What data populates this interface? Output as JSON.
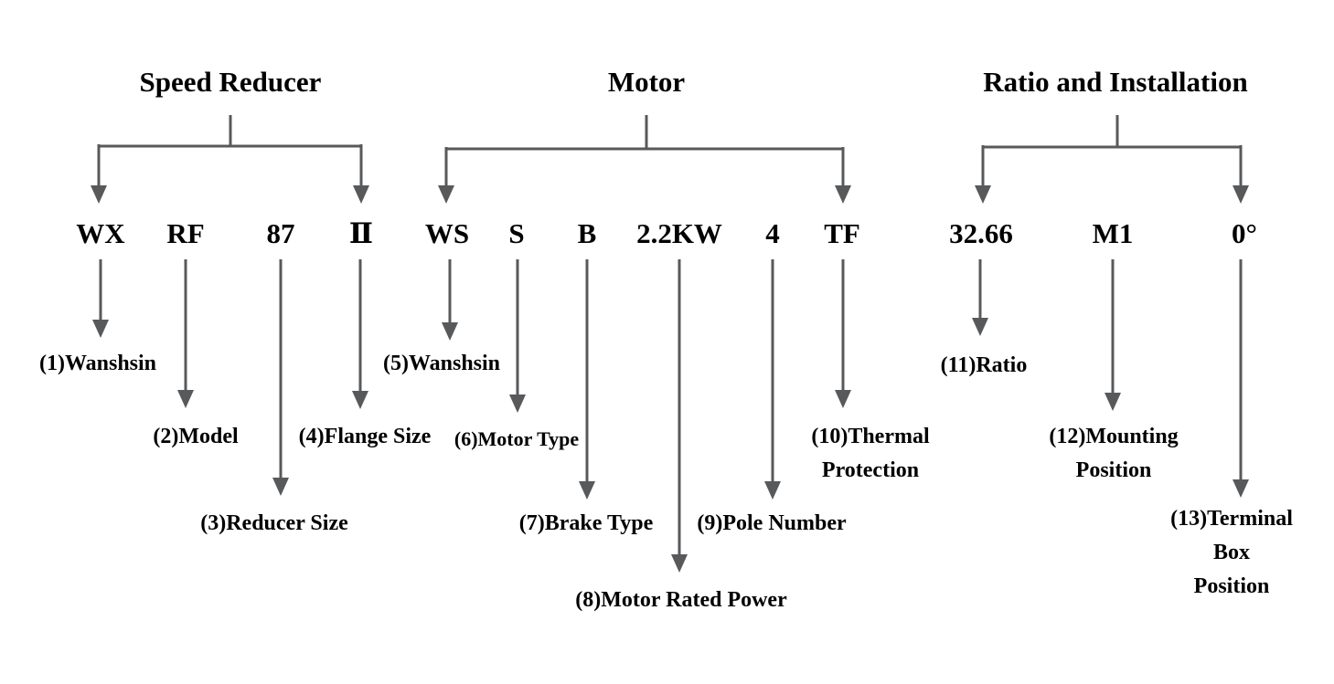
{
  "diagram": {
    "description": "Gearmotor model code nomenclature tree",
    "colors": {
      "line": "#58595b",
      "text": "#000000",
      "background": "#ffffff"
    },
    "groups": [
      {
        "title": "Speed Reducer",
        "nodes": [
          {
            "code": "WX",
            "label": "(1)Wanshsin"
          },
          {
            "code": "RF",
            "label": "(2)Model"
          },
          {
            "code": "87",
            "label": "(3)Reducer Size"
          },
          {
            "code": "Ⅱ",
            "label": "(4)Flange Size"
          }
        ]
      },
      {
        "title": "Motor",
        "nodes": [
          {
            "code": "WS",
            "label": "(5)Wanshsin"
          },
          {
            "code": "S",
            "label": "(6)Motor Type"
          },
          {
            "code": "B",
            "label": "(7)Brake Type"
          },
          {
            "code": "2.2KW",
            "label": "(8)Motor Rated Power"
          },
          {
            "code": "4",
            "label": "(9)Pole Number"
          },
          {
            "code": "TF",
            "label": "(10)Thermal\nProtection"
          }
        ]
      },
      {
        "title": "Ratio and Installation",
        "nodes": [
          {
            "code": "32.66",
            "label": "(11)Ratio"
          },
          {
            "code": "M1",
            "label": "(12)Mounting\nPosition"
          },
          {
            "code": "0°",
            "label": "(13)Terminal Box\nPosition"
          }
        ]
      }
    ]
  }
}
